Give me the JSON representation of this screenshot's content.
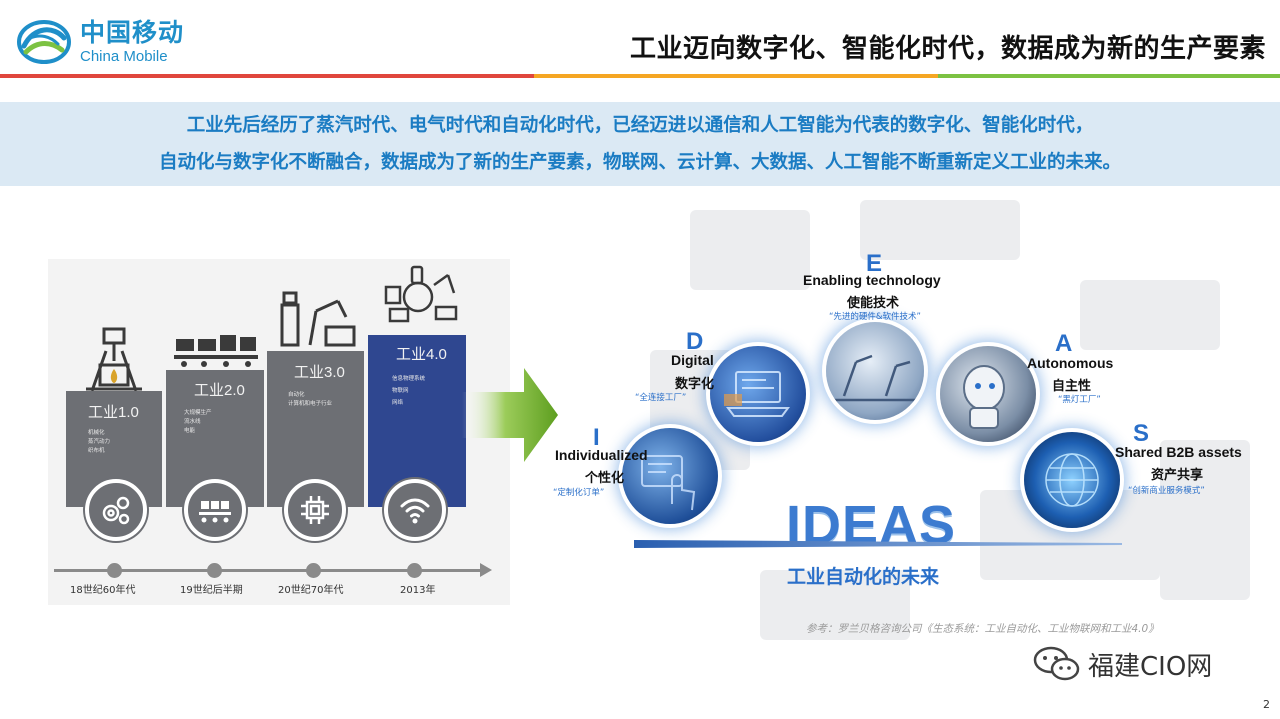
{
  "header": {
    "logo_cn": "中国移动",
    "logo_en": "China Mobile",
    "title": "工业迈向数字化、智能化时代，数据成为新的生产要素",
    "rule_colors": [
      "#e0463d",
      "#f5a623",
      "#7cc242"
    ]
  },
  "intro": {
    "line1": "工业先后经历了蒸汽时代、电气时代和自动化时代，已经迈进以通信和人工智能为代表的数字化、智能化时代，",
    "line2": "自动化与数字化不断融合，数据成为了新的生产要素，物联网、云计算、大数据、人工智能不断重新定义工业的未来。"
  },
  "timeline": {
    "stages": [
      {
        "label": "工业1.0",
        "items": [
          "机械化",
          "蒸汽动力",
          "织布机"
        ],
        "icon": "gears-icon",
        "date": "18世纪60年代"
      },
      {
        "label": "工业2.0",
        "items": [
          "大规模生产",
          "流水线",
          "电能"
        ],
        "icon": "conveyor-icon",
        "date": "19世纪后半期"
      },
      {
        "label": "工业3.0",
        "items": [
          "自动化",
          "计算机和电子行业"
        ],
        "icon": "chip-icon",
        "date": "20世纪70年代"
      },
      {
        "label": "工业4.0",
        "items": [
          "信息物理系统",
          "物联网",
          "网络"
        ],
        "icon": "wifi-icon",
        "date": "2013年"
      }
    ]
  },
  "ideas": {
    "items": [
      {
        "letter": "I",
        "en": "Individualized",
        "cn": "个性化",
        "quote": "“定制化订单”"
      },
      {
        "letter": "D",
        "en": "Digital",
        "cn": "数字化",
        "quote": "“全连接工厂”"
      },
      {
        "letter": "E",
        "en": "Enabling technology",
        "cn": "使能技术",
        "quote": "“先进的硬件&软件技术”"
      },
      {
        "letter": "A",
        "en": "Autonomous",
        "cn": "自主性",
        "quote": "“黑灯工厂”"
      },
      {
        "letter": "S",
        "en": "Shared B2B assets",
        "cn": "资产共享",
        "quote": "“创新商业服务模式”"
      }
    ],
    "word": "IDEAS",
    "subtitle": "工业自动化的未来"
  },
  "reference": "参考：罗兰贝格咨询公司《生态系统：工业自动化、工业物联网和工业4.0》",
  "watermark": "福建CIO网",
  "page_number": "2"
}
